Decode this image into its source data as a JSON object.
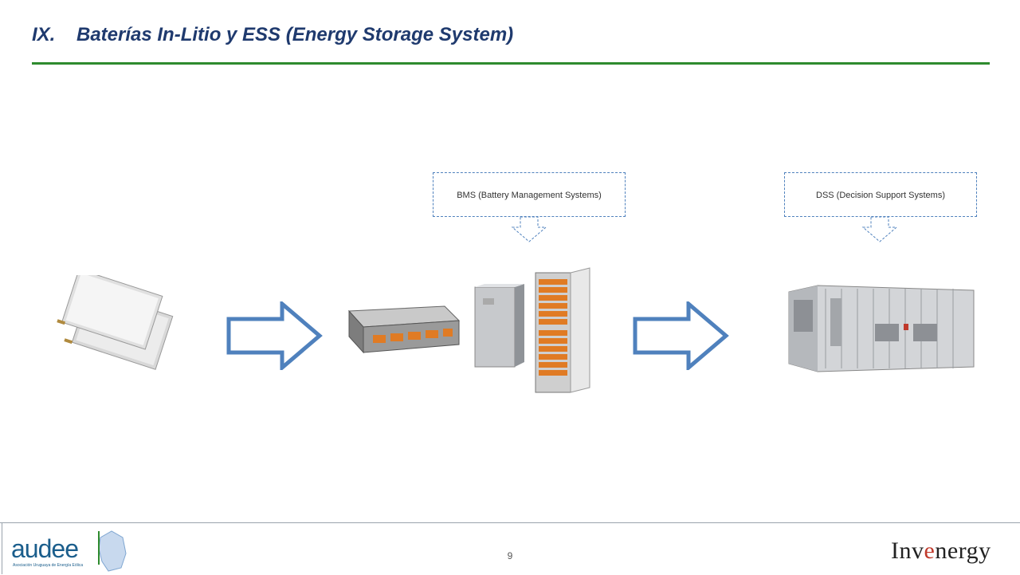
{
  "slide": {
    "title_number": "IX.",
    "title_text": "Baterías In-Litio y ESS (Energy Storage System)",
    "accent_color": "#2e8b2e",
    "title_color": "#1f3a6e"
  },
  "callouts": [
    {
      "label": "BMS (Battery Management Systems)"
    },
    {
      "label": "DSS (Decision Support Systems)"
    }
  ],
  "images": [
    {
      "icon": "battery-cell-pouch-icon"
    },
    {
      "icon": "battery-module-icon"
    },
    {
      "icon": "battery-cabinet-icon"
    },
    {
      "icon": "battery-rack-icon"
    },
    {
      "icon": "container-ess-icon"
    }
  ],
  "footer": {
    "page_number": "9",
    "left_logo_text": "audee",
    "left_logo_subtitle": "Asociación Uruguaya de Energía Eólica",
    "right_logo_prefix": "Inv",
    "right_logo_highlight": "e",
    "right_logo_suffix": "nergy"
  }
}
